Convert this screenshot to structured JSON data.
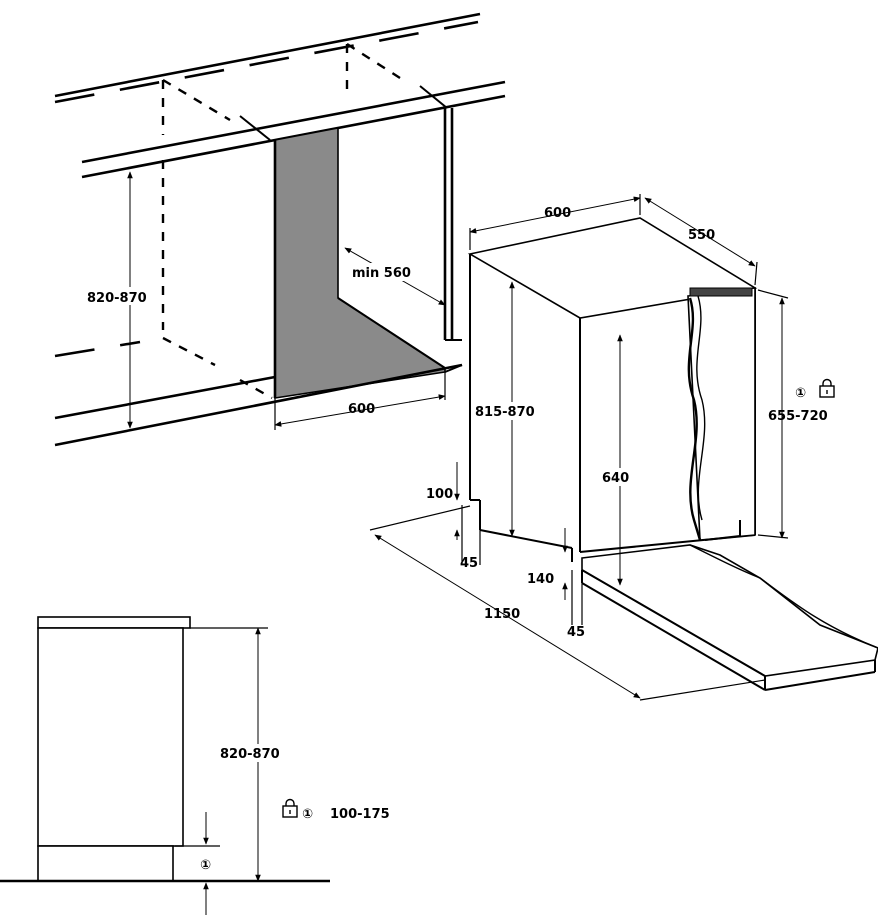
{
  "labels": {
    "niche_height": "820-870",
    "niche_depth_min": "min 560",
    "niche_width": "600",
    "appliance_width": "600",
    "appliance_depth": "550",
    "appliance_height": "815-870",
    "door_height": "640",
    "door_panel_height": "655-720",
    "plinth_height": "100",
    "plinth_setback": "45",
    "door_gap_height": "140",
    "door_gap_setback": "45",
    "door_open_depth": "1150",
    "side_height": "820-870",
    "adjust_range": "100-175"
  },
  "symbols": {
    "marker_1": "①",
    "lock_icon": "lock-icon",
    "circle_1_icon": "circle-one-icon"
  }
}
